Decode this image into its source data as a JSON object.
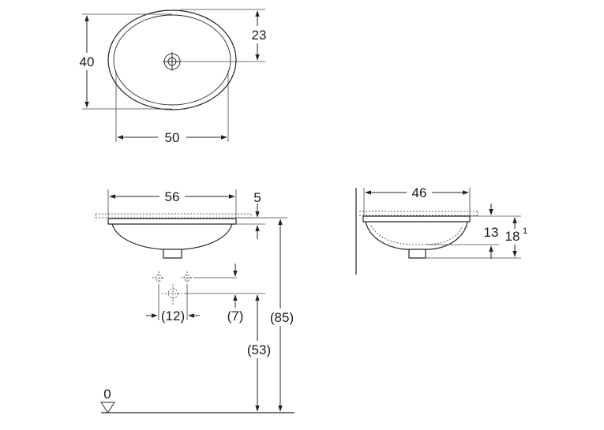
{
  "top_view": {
    "height_label": "40",
    "drain_offset_label": "23",
    "width_label": "50"
  },
  "front_view": {
    "outer_width_label": "56",
    "rim_height_label": "5",
    "waste_spacing_label": "(12)",
    "waste_height_label": "(7)",
    "total_height_label": "(85)",
    "outlet_height_label": "(53)",
    "floor_label": "0"
  },
  "side_view": {
    "depth_label": "46",
    "bowl_depth_label": "13",
    "overall_depth_label": "18",
    "overall_depth_superscript": "1"
  }
}
